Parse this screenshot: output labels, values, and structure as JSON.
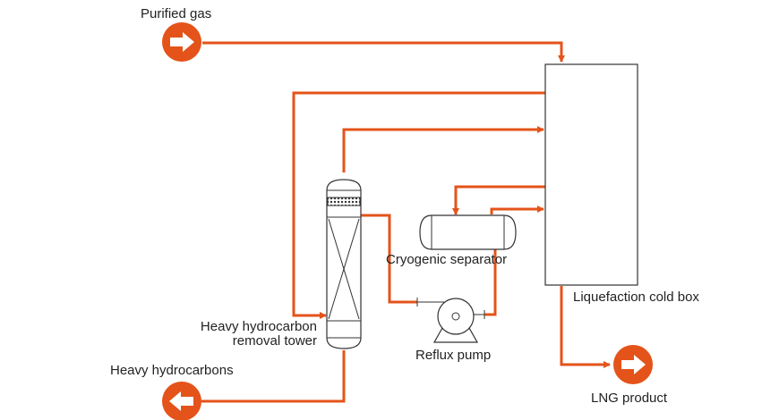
{
  "colors": {
    "process_line": "#e4531a",
    "equipment_outline": "#333333",
    "label_text": "#222222",
    "badge_fill": "#e4531a",
    "badge_arrow": "#ffffff"
  },
  "labels": {
    "purified_gas": "Purified gas",
    "liquefaction_cold_box": "Liquefaction cold box",
    "cryogenic_separator": "Cryogenic separator",
    "tower_line1": "Heavy hydrocarbon",
    "tower_line2": "removal tower",
    "heavy_hydrocarbons": "Heavy hydrocarbons",
    "reflux_pump": "Reflux pump",
    "lng_product": "LNG product"
  },
  "icons": {
    "feed_inlet": "arrow-right-circle-icon",
    "heavy_outlet": "arrow-left-circle-icon",
    "lng_outlet": "arrow-right-circle-icon"
  }
}
